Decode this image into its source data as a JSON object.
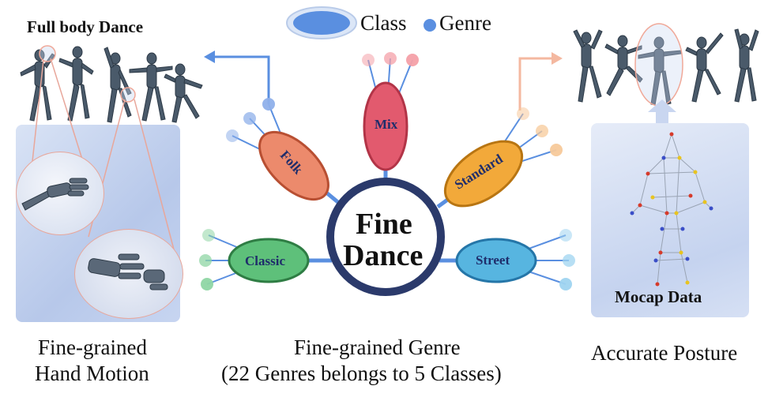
{
  "legend": {
    "class_label": "Class",
    "genre_label": "Genre",
    "class_color": "#5a8fe0",
    "genre_color": "#5a8fe0"
  },
  "center": {
    "line1": "Fine",
    "line2": "Dance",
    "ring_color": "#2b3a6b"
  },
  "classes": [
    {
      "name": "Mix",
      "fill": "#e25a6e",
      "stroke": "#b23447",
      "leaf_color": "#f4a0a8"
    },
    {
      "name": "Folk",
      "fill": "#ec8a6c",
      "stroke": "#b84f32",
      "leaf_color": "#8fb0ea"
    },
    {
      "name": "Standard",
      "fill": "#f2a93a",
      "stroke": "#b87512",
      "leaf_color": "#f7c99a"
    },
    {
      "name": "Classic",
      "fill": "#5ec07a",
      "stroke": "#2f7d44",
      "leaf_color": "#8fd6a4"
    },
    {
      "name": "Street",
      "fill": "#57b5e0",
      "stroke": "#2576a8",
      "leaf_color": "#9fd4f0"
    }
  ],
  "left": {
    "title": "Full body Dance",
    "caption_line1": "Fine-grained",
    "caption_line2": "Hand Motion"
  },
  "middle": {
    "caption_line1": "Fine-grained Genre",
    "caption_line2": "(22 Genres belongs to 5 Classes)"
  },
  "right": {
    "panel_label": "Mocap Data",
    "caption": "Accurate Posture"
  },
  "colors": {
    "connector_blue": "#5a8fe0",
    "connector_orange": "#f4b8a0",
    "text_navy": "#1f2d6b"
  }
}
